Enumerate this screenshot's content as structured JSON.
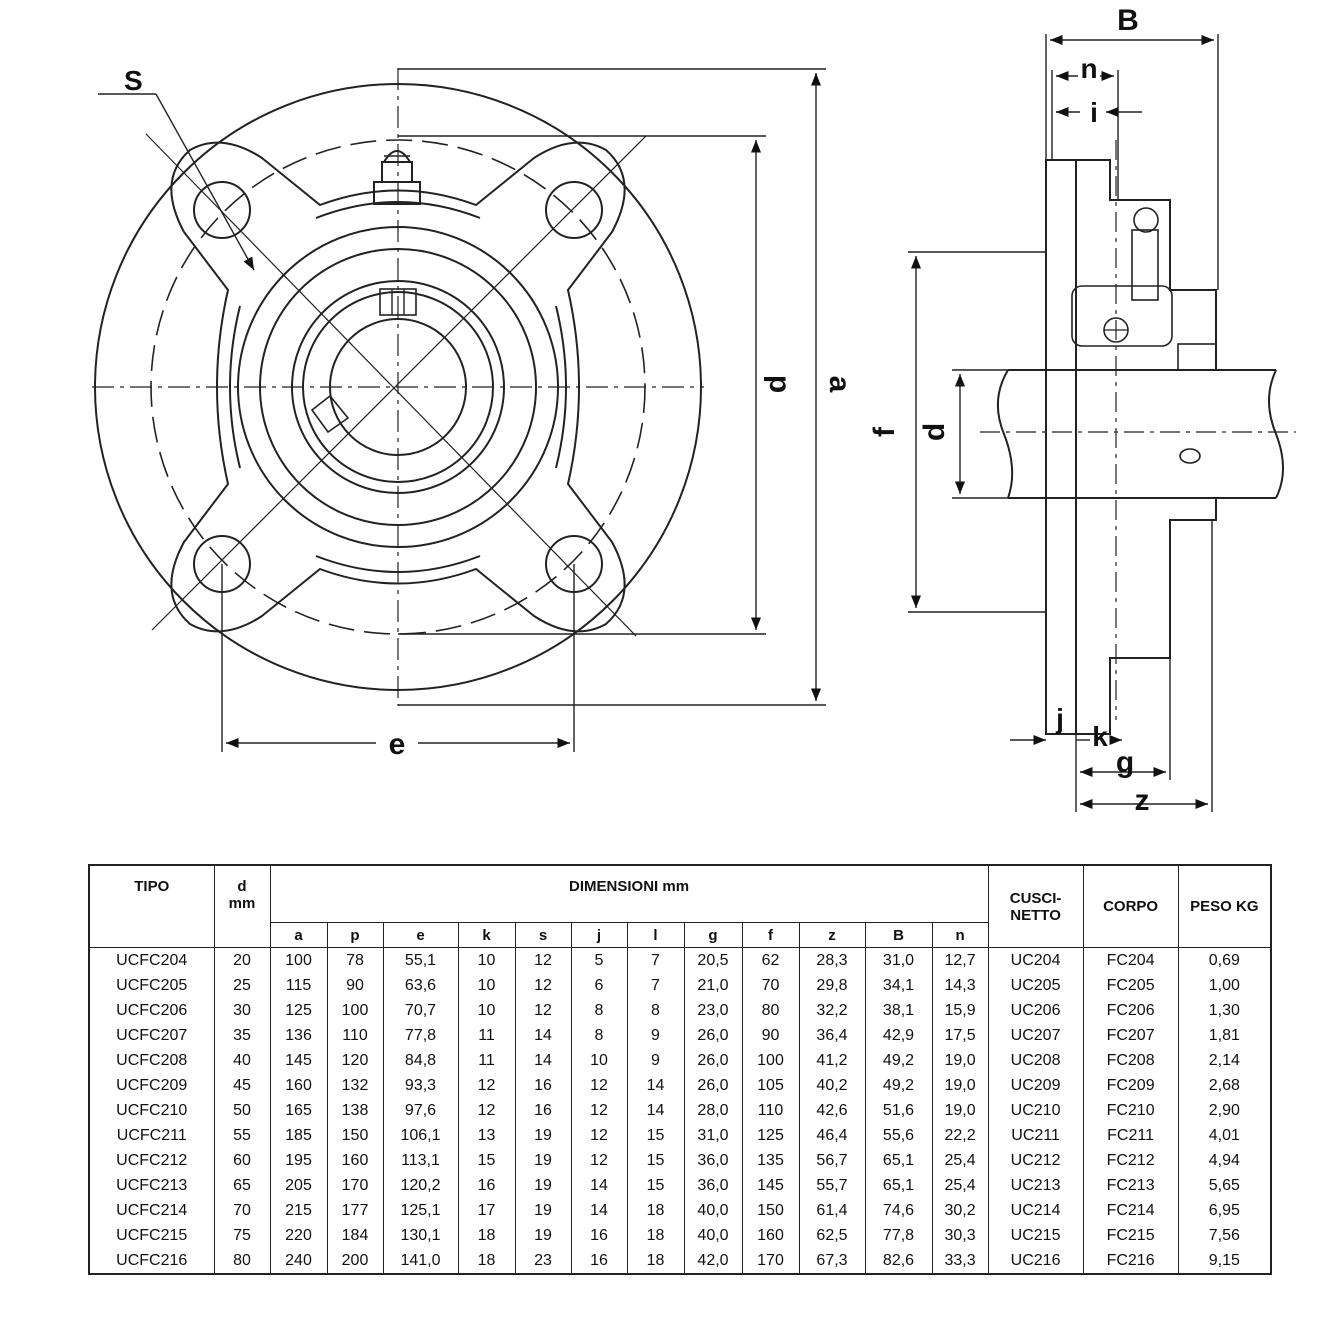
{
  "drawing": {
    "front_labels": {
      "s": "S",
      "p": "p",
      "a": "a",
      "e": "e"
    },
    "side_labels": {
      "b": "B",
      "n": "n",
      "i": "i",
      "f": "f",
      "d": "d",
      "j": "j",
      "k": "k",
      "g": "g",
      "z": "z"
    }
  },
  "table": {
    "headers": {
      "tipo": "TIPO",
      "d": "d",
      "d_unit": "mm",
      "dimensions": "DIMENSIONI mm",
      "dims": [
        "a",
        "p",
        "e",
        "k",
        "s",
        "j",
        "l",
        "g",
        "f",
        "z",
        "B",
        "n"
      ],
      "cuscinetto": "CUSCI-\nNETTO",
      "corpo": "CORPO",
      "peso": "PESO KG"
    },
    "rows": [
      [
        "UCFC204",
        "20",
        "100",
        "78",
        "55,1",
        "10",
        "12",
        "5",
        "7",
        "20,5",
        "62",
        "28,3",
        "31,0",
        "12,7",
        "UC204",
        "FC204",
        "0,69"
      ],
      [
        "UCFC205",
        "25",
        "115",
        "90",
        "63,6",
        "10",
        "12",
        "6",
        "7",
        "21,0",
        "70",
        "29,8",
        "34,1",
        "14,3",
        "UC205",
        "FC205",
        "1,00"
      ],
      [
        "UCFC206",
        "30",
        "125",
        "100",
        "70,7",
        "10",
        "12",
        "8",
        "8",
        "23,0",
        "80",
        "32,2",
        "38,1",
        "15,9",
        "UC206",
        "FC206",
        "1,30"
      ],
      [
        "UCFC207",
        "35",
        "136",
        "110",
        "77,8",
        "11",
        "14",
        "8",
        "9",
        "26,0",
        "90",
        "36,4",
        "42,9",
        "17,5",
        "UC207",
        "FC207",
        "1,81"
      ],
      [
        "UCFC208",
        "40",
        "145",
        "120",
        "84,8",
        "11",
        "14",
        "10",
        "9",
        "26,0",
        "100",
        "41,2",
        "49,2",
        "19,0",
        "UC208",
        "FC208",
        "2,14"
      ],
      [
        "UCFC209",
        "45",
        "160",
        "132",
        "93,3",
        "12",
        "16",
        "12",
        "14",
        "26,0",
        "105",
        "40,2",
        "49,2",
        "19,0",
        "UC209",
        "FC209",
        "2,68"
      ],
      [
        "UCFC210",
        "50",
        "165",
        "138",
        "97,6",
        "12",
        "16",
        "12",
        "14",
        "28,0",
        "110",
        "42,6",
        "51,6",
        "19,0",
        "UC210",
        "FC210",
        "2,90"
      ],
      [
        "UCFC211",
        "55",
        "185",
        "150",
        "106,1",
        "13",
        "19",
        "12",
        "15",
        "31,0",
        "125",
        "46,4",
        "55,6",
        "22,2",
        "UC211",
        "FC211",
        "4,01"
      ],
      [
        "UCFC212",
        "60",
        "195",
        "160",
        "113,1",
        "15",
        "19",
        "12",
        "15",
        "36,0",
        "135",
        "56,7",
        "65,1",
        "25,4",
        "UC212",
        "FC212",
        "4,94"
      ],
      [
        "UCFC213",
        "65",
        "205",
        "170",
        "120,2",
        "16",
        "19",
        "14",
        "15",
        "36,0",
        "145",
        "55,7",
        "65,1",
        "25,4",
        "UC213",
        "FC213",
        "5,65"
      ],
      [
        "UCFC214",
        "70",
        "215",
        "177",
        "125,1",
        "17",
        "19",
        "14",
        "18",
        "40,0",
        "150",
        "61,4",
        "74,6",
        "30,2",
        "UC214",
        "FC214",
        "6,95"
      ],
      [
        "UCFC215",
        "75",
        "220",
        "184",
        "130,1",
        "18",
        "19",
        "16",
        "18",
        "40,0",
        "160",
        "62,5",
        "77,8",
        "30,3",
        "UC215",
        "FC215",
        "7,56"
      ],
      [
        "UCFC216",
        "80",
        "240",
        "200",
        "141,0",
        "18",
        "23",
        "16",
        "18",
        "42,0",
        "170",
        "67,3",
        "82,6",
        "33,3",
        "UC216",
        "FC216",
        "9,15"
      ]
    ]
  }
}
